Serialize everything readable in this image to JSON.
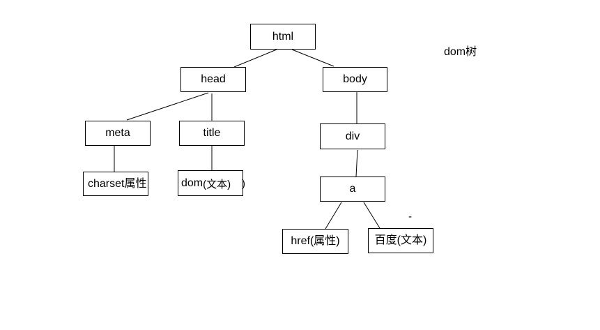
{
  "diagram": {
    "caption": "dom树",
    "nodes": {
      "html": {
        "label": "html"
      },
      "head": {
        "label": "head"
      },
      "body": {
        "label": "body"
      },
      "meta": {
        "label": "meta"
      },
      "title": {
        "label": "title"
      },
      "div": {
        "label": "div"
      },
      "a": {
        "label": "a"
      },
      "charset": {
        "label": "charset属性"
      },
      "dom_text": {
        "label_main": "dom",
        "label_sub": "(文本)"
      },
      "href": {
        "label": "href(属性)"
      },
      "baidu": {
        "label": "百度(文本)"
      }
    },
    "tree": {
      "edges": [
        {
          "from": "html",
          "to": "head"
        },
        {
          "from": "html",
          "to": "body"
        },
        {
          "from": "head",
          "to": "meta"
        },
        {
          "from": "head",
          "to": "title"
        },
        {
          "from": "meta",
          "to": "charset属性"
        },
        {
          "from": "title",
          "to": "dom(文本)"
        },
        {
          "from": "body",
          "to": "div"
        },
        {
          "from": "div",
          "to": "a"
        },
        {
          "from": "a",
          "to": "href(属性)"
        },
        {
          "from": "a",
          "to": "百度(文本)"
        }
      ]
    },
    "artifacts": {
      "stray_paren": ")",
      "dash_mark": "-"
    },
    "colors": {
      "background": "#ffffff",
      "box_fill": "#ffffff",
      "line": "#000000",
      "text": "#000000"
    }
  }
}
